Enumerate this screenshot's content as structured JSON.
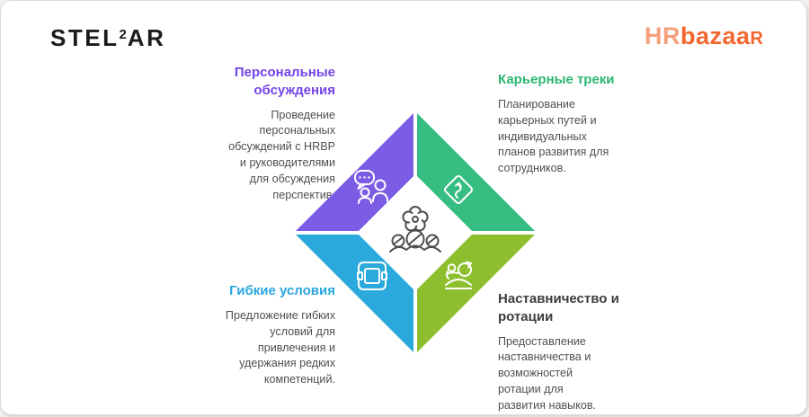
{
  "colors": {
    "purple": "#7C5BE5",
    "green": "#36BD81",
    "cyan": "#2AA9DC",
    "lime": "#8DBE2E",
    "heading_purple": "#7445E6",
    "heading_green": "#2BB673",
    "heading_cyan": "#29A6DE",
    "heading_dark": "#3D3D3D",
    "body_text": "#4F4F4F",
    "logo_black": "#1B1B1B",
    "logo_orange_light": "#F5A17B",
    "logo_orange": "#F2672F",
    "card_bg": "#FFFFFF",
    "page_bg": "#F0F1F1"
  },
  "logos": {
    "stellar": {
      "part1": "STEL",
      "sup": "2",
      "part2": "AR"
    },
    "hrbazaar": {
      "part1": "HR",
      "part2": "bazaa",
      "part3": "R"
    }
  },
  "quadrants": {
    "tl": {
      "title": "Персональные обсуждения",
      "body": "Проведение персональных обсуждений с HRBP и руководителями для обсуждения перспектив.",
      "icon": "chat-people-icon"
    },
    "tr": {
      "title": "Карьерные треки",
      "body": "Планирование карьерных путей и индивидуальных планов развития для сотрудников.",
      "icon": "career-path-sign-icon"
    },
    "bl": {
      "title": "Гибкие условия",
      "body": "Предложение гибких условий для привлечения и удержания редких компетенций.",
      "icon": "briefcase-icon"
    },
    "br": {
      "title": "Наставничество и ротации",
      "body": "Предоставление наставничества и возможностей ротации для развития навыков.",
      "icon": "mentorship-rotation-icon"
    }
  },
  "center": {
    "icon": "team-gear-icon"
  }
}
